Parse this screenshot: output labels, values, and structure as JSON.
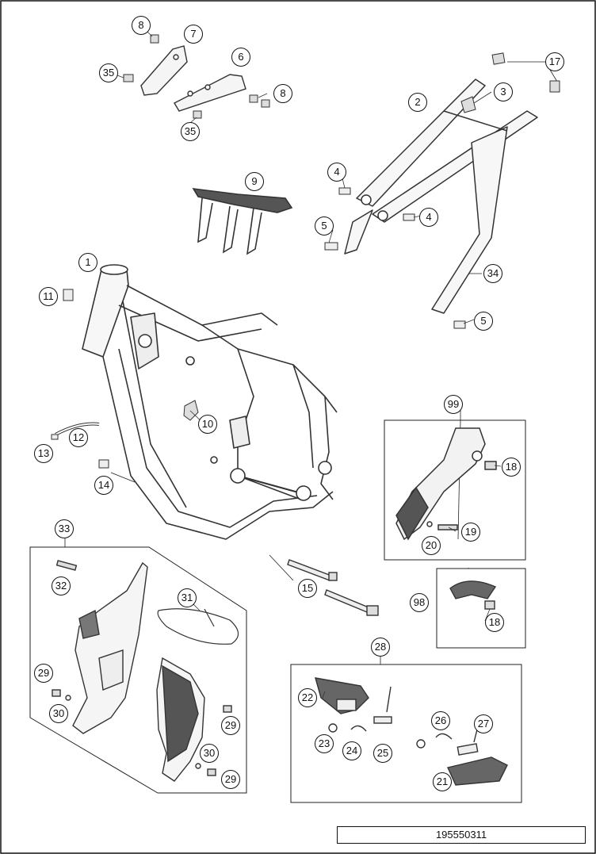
{
  "document_number": "195550311",
  "callouts": {
    "c8a": "8",
    "c7": "7",
    "c35a": "35",
    "c6": "6",
    "c8b": "8",
    "c35b": "35",
    "c17": "17",
    "c3": "3",
    "c2": "2",
    "c4a": "4",
    "c4b": "4",
    "c5a": "5",
    "c34": "34",
    "c5b": "5",
    "c9": "9",
    "c1": "1",
    "c11": "11",
    "c10": "10",
    "c12": "12",
    "c13": "13",
    "c14": "14",
    "c15": "15",
    "c99": "99",
    "c18a": "18",
    "c19": "19",
    "c20": "20",
    "c98": "98",
    "c18b": "18",
    "c33": "33",
    "c32": "32",
    "c31": "31",
    "c29a": "29",
    "c30a": "30",
    "c29b": "29",
    "c30b": "30",
    "c29c": "29",
    "c28": "28",
    "c22": "22",
    "c26": "26",
    "c27": "27",
    "c23": "23",
    "c24": "24",
    "c25": "25",
    "c21": "21"
  }
}
